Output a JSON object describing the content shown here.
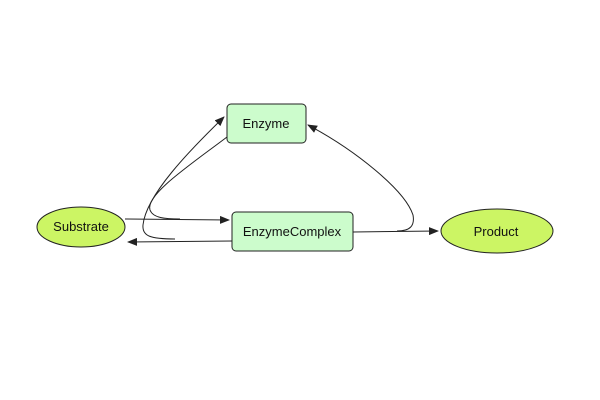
{
  "colors": {
    "species_fill": "#ccf564",
    "complex_fill": "#ccfccc",
    "node_stroke": "#222222",
    "edge_stroke": "#222222"
  },
  "nodes": {
    "substrate": {
      "label": "Substrate",
      "shape": "ellipse"
    },
    "enzyme": {
      "label": "Enzyme",
      "shape": "rounded-rect"
    },
    "enzyme_complex": {
      "label": "EnzymeComplex",
      "shape": "rounded-rect"
    },
    "product": {
      "label": "Product",
      "shape": "ellipse"
    }
  },
  "edges": [
    {
      "from": "substrate",
      "to": "enzyme_complex"
    },
    {
      "from": "enzyme",
      "to": "enzyme_complex"
    },
    {
      "from": "enzyme_complex",
      "to": "substrate"
    },
    {
      "from": "enzyme_complex",
      "to": "enzyme"
    },
    {
      "from": "enzyme_complex",
      "to": "product"
    },
    {
      "from": "enzyme_complex",
      "to": "enzyme"
    }
  ]
}
